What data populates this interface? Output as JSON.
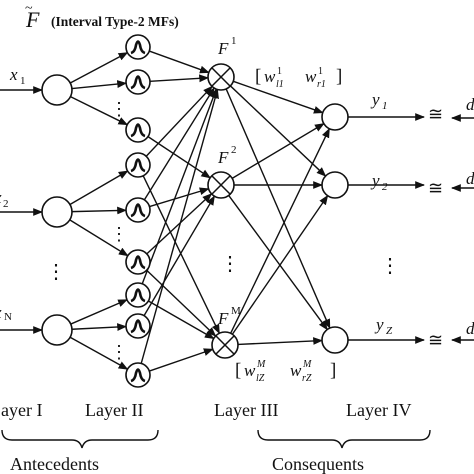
{
  "title": {
    "symbol": "F",
    "caption": "(Interval Type-2 MFs)"
  },
  "inputs": [
    {
      "label": "x",
      "sub": "1"
    },
    {
      "label": "x",
      "sub": "2"
    },
    {
      "label": "x",
      "sub": "N"
    }
  ],
  "rules": [
    {
      "label": "F",
      "sup": "1"
    },
    {
      "label": "F",
      "sup": "2"
    },
    {
      "label": "F",
      "sup": "M"
    }
  ],
  "weights": {
    "top": {
      "l": "w",
      "l_sup": "1",
      "l_sub": "l1",
      "r": "w",
      "r_sup": "1",
      "r_sub": "r1"
    },
    "bottom": {
      "l": "w",
      "l_sup": "M",
      "l_sub": "lZ",
      "r": "w",
      "r_sup": "M",
      "r_sub": "rZ"
    }
  },
  "outputs": [
    {
      "label": "y",
      "sub": "1"
    },
    {
      "label": "y",
      "sub": "2"
    },
    {
      "label": "y",
      "sub": "Z"
    }
  ],
  "approx_symbol": "≅",
  "right_edge_glyphs": [
    "d",
    "d",
    "d"
  ],
  "layers": [
    "Layer I",
    "Layer II",
    "Layer III",
    "Layer IV"
  ],
  "groups": [
    "Antecedents",
    "Consequents"
  ],
  "ellipsis": "⋮",
  "icons": {
    "input_node": "circle-node-icon",
    "mf_node": "gaussian-mf-icon",
    "rule_node": "product-node-icon",
    "output_node": "sum-node-icon"
  },
  "colors": {
    "ink": "#111111",
    "background": "#ffffff"
  }
}
